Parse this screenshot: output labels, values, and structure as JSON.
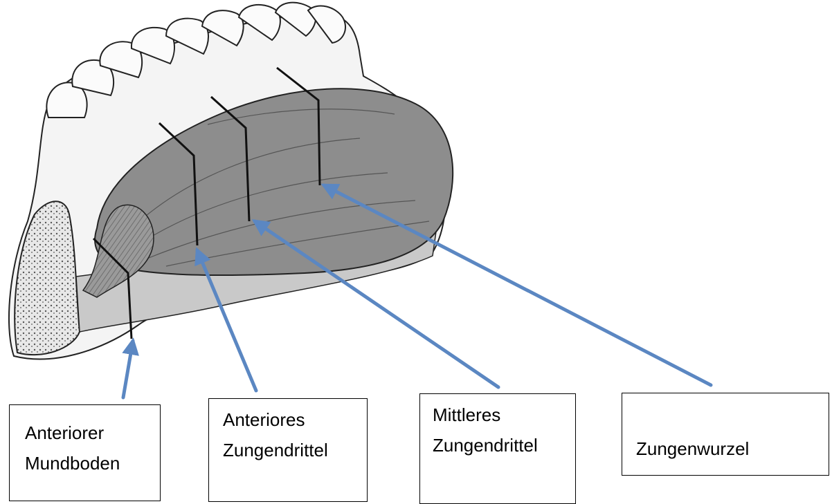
{
  "labels": [
    {
      "line1": "Anteriorer",
      "line2": "Mundboden"
    },
    {
      "line1": "Anteriores",
      "line2": "Zungendrittel"
    },
    {
      "line1": "Mittleres",
      "line2": "Zungendrittel"
    },
    {
      "line1": "Zungenwurzel"
    }
  ],
  "colors": {
    "arrow": "#5b87c2",
    "outline": "#222222",
    "tongue_shade": "#8d8d8d"
  }
}
